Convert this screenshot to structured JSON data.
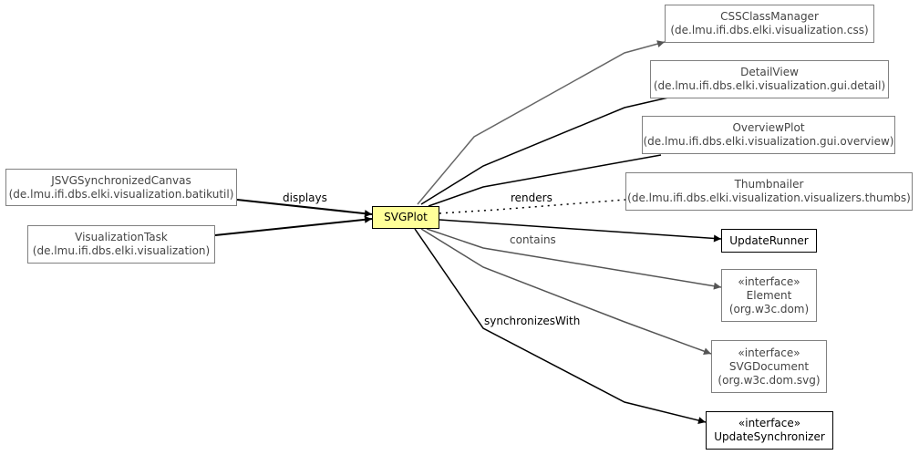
{
  "diagram": {
    "center": {
      "name": "SVGPlot"
    },
    "incoming": [
      {
        "name": "JSVGSynchronizedCanvas",
        "package": "(de.lmu.ifi.dbs.elki.visualization.batikutil)"
      },
      {
        "name": "VisualizationTask",
        "package": "(de.lmu.ifi.dbs.elki.visualization)"
      }
    ],
    "outgoing": [
      {
        "name": "CSSClassManager",
        "package": "(de.lmu.ifi.dbs.elki.visualization.css)"
      },
      {
        "name": "DetailView",
        "package": "(de.lmu.ifi.dbs.elki.visualization.gui.detail)"
      },
      {
        "name": "OverviewPlot",
        "package": "(de.lmu.ifi.dbs.elki.visualization.gui.overview)"
      },
      {
        "name": "Thumbnailer",
        "package": "(de.lmu.ifi.dbs.elki.visualization.visualizers.thumbs)"
      },
      {
        "name": "UpdateRunner"
      },
      {
        "stereotype": "«interface»",
        "name": "Element",
        "package": "(org.w3c.dom)"
      },
      {
        "stereotype": "«interface»",
        "name": "SVGDocument",
        "package": "(org.w3c.dom.svg)"
      },
      {
        "stereotype": "«interface»",
        "name": "UpdateSynchronizer"
      }
    ],
    "edge_labels": {
      "displays": "displays",
      "renders": "renders",
      "contains": "contains",
      "synchronizesWith": "synchronizesWith"
    }
  }
}
